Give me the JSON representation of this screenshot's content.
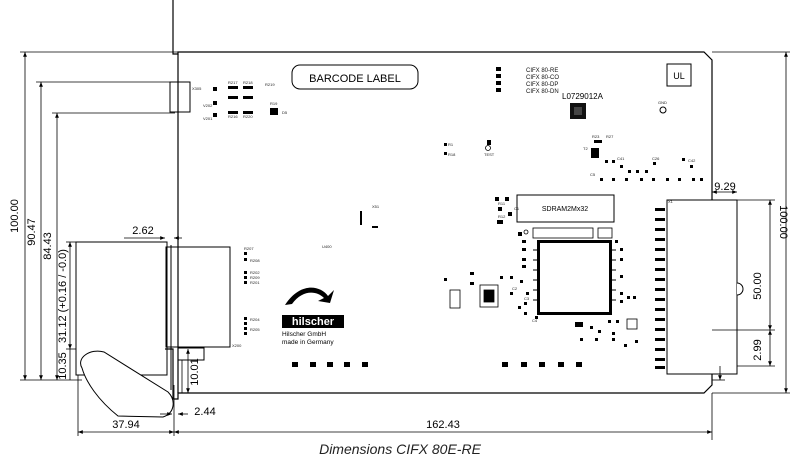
{
  "caption": "Dimensions CIFX 80E-RE",
  "board": {
    "barcode_label": "BARCODE LABEL",
    "variant_list": [
      "CIFX 80-RE",
      "CIFX 80-CO",
      "CIFX 80-DP",
      "CIFX 80-DN"
    ],
    "part_number": "L0729012A",
    "ul_mark": "UL",
    "ram_label": "SDRAM2Mx32",
    "brand": "hilscher",
    "company": "Hilscher GmbH",
    "made_in": "made in Germany",
    "gnd": "GND",
    "ref_labels": [
      "X305",
      "R217",
      "R218",
      "R216",
      "R219",
      "R220",
      "V202",
      "V201",
      "R19",
      "D5",
      "R1",
      "R18",
      "TEST",
      "X51",
      "U400",
      "R207",
      "R208",
      "R202",
      "R209",
      "R201",
      "R204",
      "R205",
      "X200",
      "X1",
      "C41",
      "C42",
      "R23",
      "R27",
      "T2",
      "C26",
      "C5",
      "C1",
      "C2",
      "C3",
      "C4",
      "R11",
      "R12"
    ]
  },
  "dimensions": {
    "h_100_left": "100.00",
    "h_90_47": "90.47",
    "h_84_43": "84.43",
    "h_31_12": "31.12 (+0.16 / -0.0)",
    "h_10_35": "10.35",
    "h_10_01": "10.01",
    "w_2_62": "2.62",
    "w_2_44": "2.44",
    "w_37_94": "37.94",
    "w_162_43": "162.43",
    "w_9_29": "9.29",
    "h_50_00": "50.00",
    "h_2_99": "2.99",
    "h_100_right": "100.00"
  }
}
